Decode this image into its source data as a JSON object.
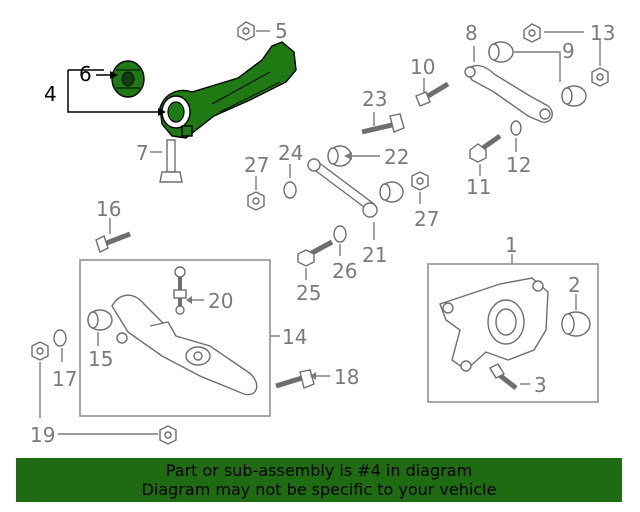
{
  "labels": {
    "n1": "1",
    "n2": "2",
    "n3": "3",
    "n4": "4",
    "n5": "5",
    "n6": "6",
    "n7": "7",
    "n8": "8",
    "n9": "9",
    "n10": "10",
    "n11": "11",
    "n12": "12",
    "n13": "13",
    "n14": "14",
    "n15": "15",
    "n16": "16",
    "n17": "17",
    "n18": "18",
    "n19": "19",
    "n20": "20",
    "n21": "21",
    "n22": "22",
    "n23": "23",
    "n24": "24",
    "n25": "25",
    "n26": "26",
    "n27a": "27",
    "n27b": "27"
  },
  "highlight_color": "#1f7a14",
  "banner": {
    "line1": "Part or sub-assembly is #4 in diagram",
    "line2": "Diagram may not be specific to your vehicle",
    "color": "#1e6b12"
  }
}
